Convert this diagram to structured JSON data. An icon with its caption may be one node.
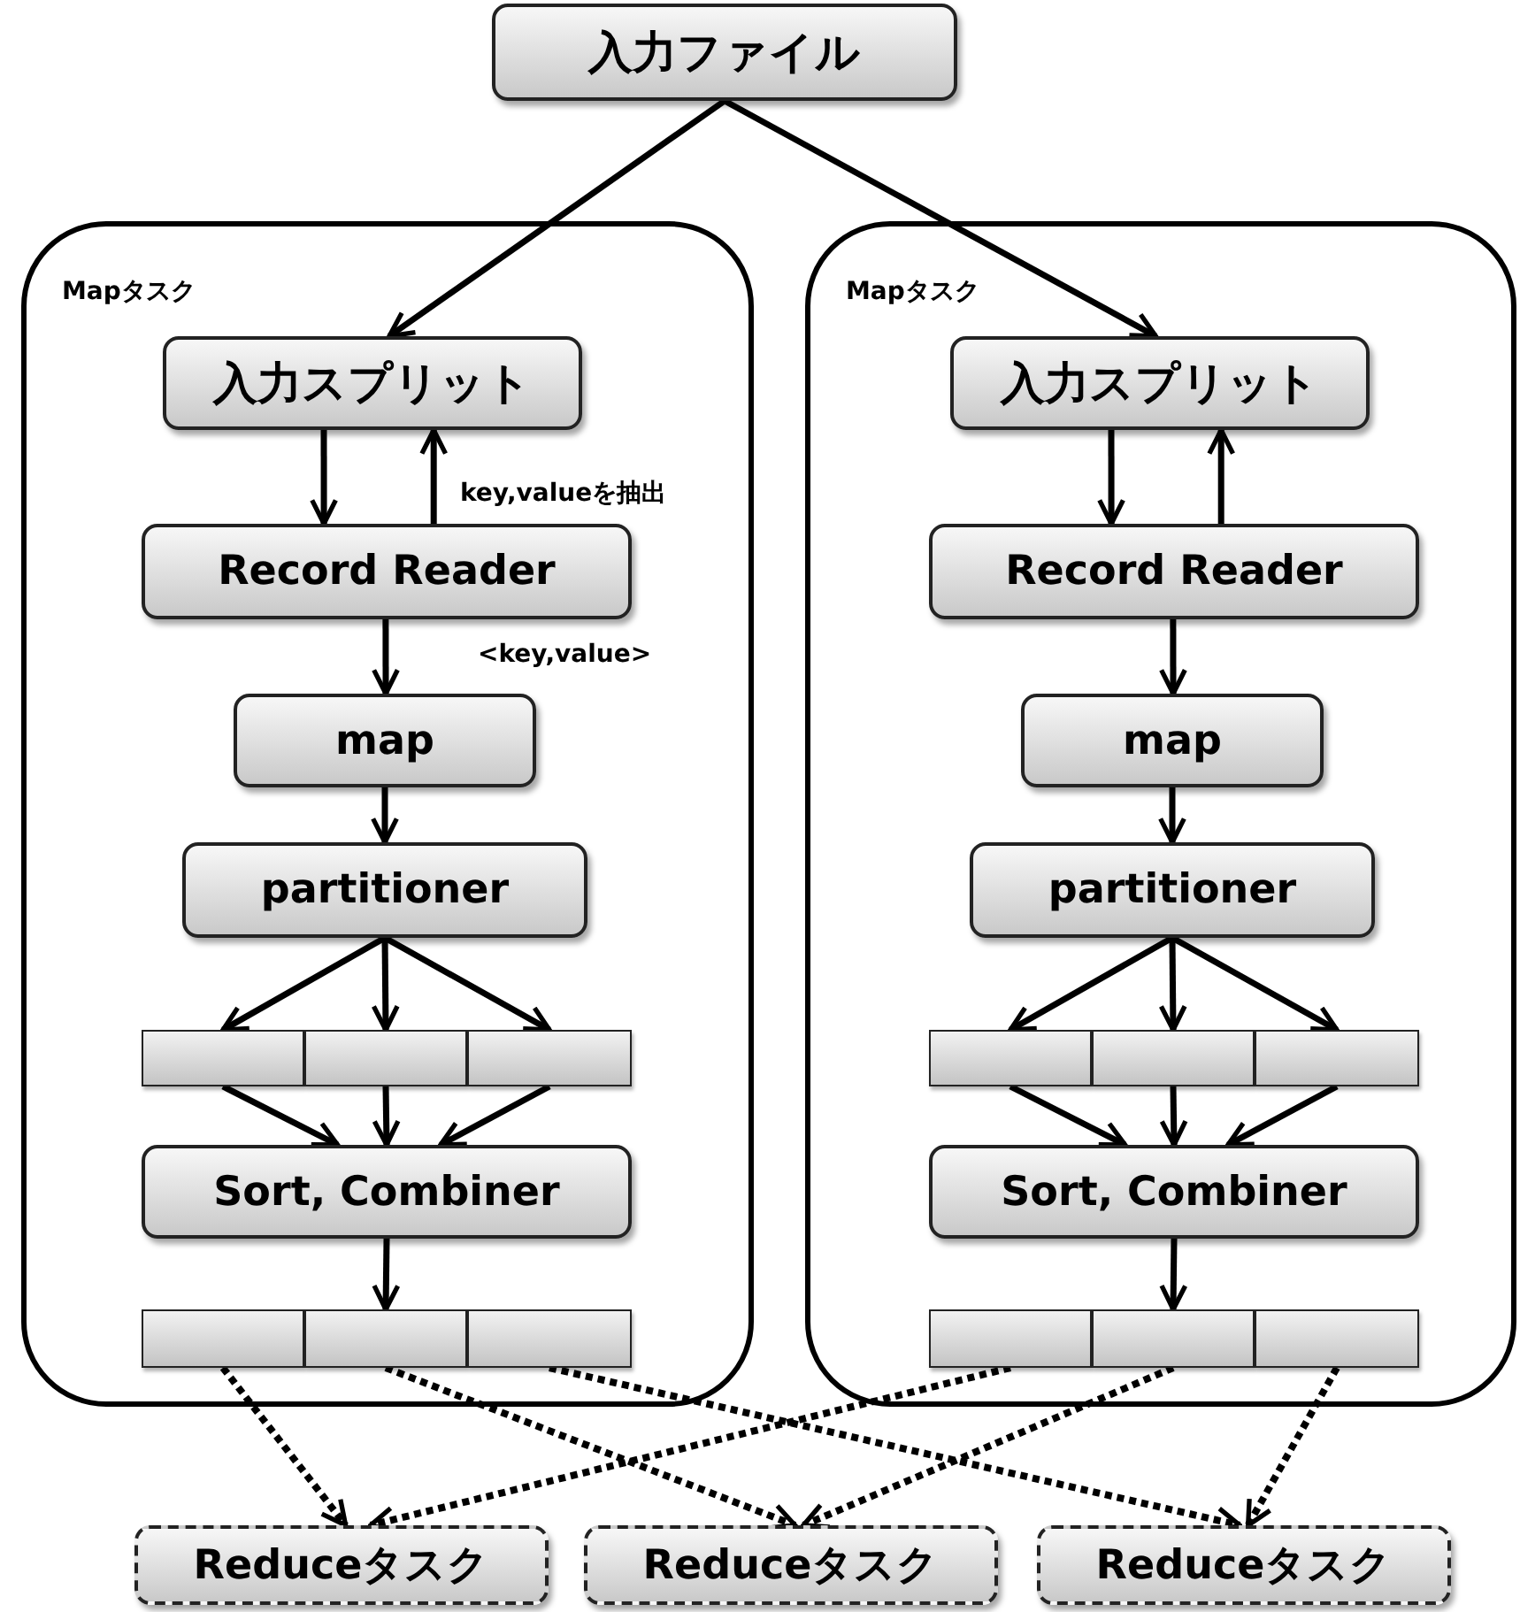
{
  "diagram": {
    "nodes": [
      {
        "text": [
          "入力ファイル"
        ]
      },
      {
        "text": [
          "Mapタスク"
        ]
      },
      {
        "text": [
          "入力スプリット"
        ],
        "in": 1
      },
      {
        "text": [
          "Record Reader"
        ],
        "in": 1
      },
      {
        "text": [
          "map"
        ],
        "in": 1
      },
      {
        "text": [
          "partitioner"
        ],
        "in": 1
      },
      {
        "text": [],
        "shape": "box",
        "in": 1
      },
      {
        "text": [],
        "shape": "box",
        "in": 1
      },
      {
        "text": [],
        "shape": "box",
        "in": 1
      },
      {
        "text": [
          "Sort, Combiner"
        ],
        "in": 1
      },
      {
        "text": [],
        "shape": "box",
        "in": 1
      },
      {
        "text": [],
        "shape": "box",
        "in": 1
      },
      {
        "text": [],
        "shape": "box",
        "in": 1
      },
      {
        "text": [
          "Mapタスク"
        ]
      },
      {
        "text": [
          "入力スプリット"
        ],
        "in": 13
      },
      {
        "text": [
          "Record Reader"
        ],
        "in": 13
      },
      {
        "text": [
          "map"
        ],
        "in": 13
      },
      {
        "text": [
          "partitioner"
        ],
        "in": 13
      },
      {
        "text": [],
        "shape": "box",
        "in": 13
      },
      {
        "text": [],
        "shape": "box",
        "in": 13
      },
      {
        "text": [],
        "shape": "box",
        "in": 13
      },
      {
        "text": [
          "Sort, Combiner"
        ],
        "in": 13
      },
      {
        "text": [],
        "shape": "box",
        "in": 13
      },
      {
        "text": [],
        "shape": "box",
        "in": 13
      },
      {
        "text": [],
        "shape": "box",
        "in": 13
      },
      {
        "text": [
          "Reduceタスク"
        ]
      },
      {
        "text": [
          "Reduceタスク"
        ]
      },
      {
        "text": [
          "Reduceタスク"
        ]
      }
    ],
    "edges": [
      {
        "from": 0,
        "to": 2,
        "arrow": "to"
      },
      {
        "from": 0,
        "to": 14,
        "arrow": "to"
      },
      {
        "from": 2,
        "to": 3,
        "arrow": "to"
      },
      {
        "from": 3,
        "to": 2,
        "arrow": "to",
        "label": "key,valueを抽出"
      },
      {
        "from": 3,
        "to": 4,
        "arrow": "to",
        "label": "<key,value>"
      },
      {
        "from": 4,
        "to": 5,
        "arrow": "to"
      },
      {
        "from": 5,
        "to": 6,
        "arrow": "to"
      },
      {
        "from": 5,
        "to": 7,
        "arrow": "to"
      },
      {
        "from": 5,
        "to": 8,
        "arrow": "to"
      },
      {
        "from": 6,
        "to": 9,
        "arrow": "to"
      },
      {
        "from": 7,
        "to": 9,
        "arrow": "to"
      },
      {
        "from": 8,
        "to": 9,
        "arrow": "to"
      },
      {
        "from": 9,
        "to": 11,
        "arrow": "to"
      },
      {
        "from": 14,
        "to": 15,
        "arrow": "to"
      },
      {
        "from": 15,
        "to": 14,
        "arrow": "to"
      },
      {
        "from": 15,
        "to": 16,
        "arrow": "to"
      },
      {
        "from": 16,
        "to": 17,
        "arrow": "to"
      },
      {
        "from": 17,
        "to": 18,
        "arrow": "to"
      },
      {
        "from": 17,
        "to": 19,
        "arrow": "to"
      },
      {
        "from": 17,
        "to": 20,
        "arrow": "to"
      },
      {
        "from": 18,
        "to": 21,
        "arrow": "to"
      },
      {
        "from": 19,
        "to": 21,
        "arrow": "to"
      },
      {
        "from": 20,
        "to": 21,
        "arrow": "to"
      },
      {
        "from": 21,
        "to": 23,
        "arrow": "to"
      },
      {
        "from": 10,
        "to": 25,
        "arrow": "to",
        "style": "dashed"
      },
      {
        "from": 11,
        "to": 26,
        "arrow": "to",
        "style": "dashed"
      },
      {
        "from": 12,
        "to": 27,
        "arrow": "to",
        "style": "dashed"
      },
      {
        "from": 22,
        "to": 25,
        "arrow": "to",
        "style": "dashed"
      },
      {
        "from": 23,
        "to": 26,
        "arrow": "to",
        "style": "dashed"
      },
      {
        "from": 24,
        "to": 27,
        "arrow": "to",
        "style": "dashed"
      }
    ]
  }
}
